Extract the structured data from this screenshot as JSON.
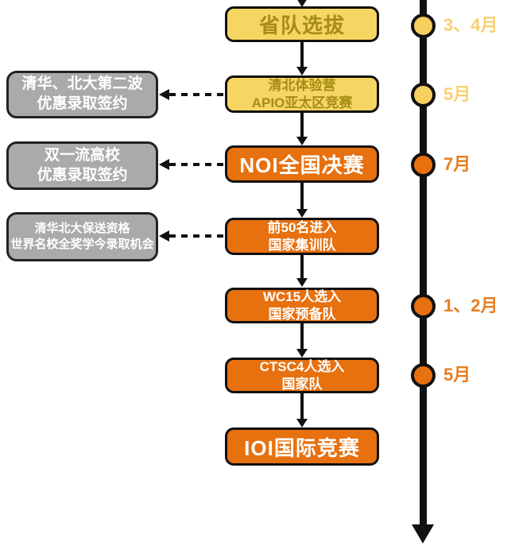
{
  "colors": {
    "stage_yellow_fill": "#F6D563",
    "stage_yellow_text": "#A68D15",
    "stage_orange_fill": "#E7700F",
    "side_gray_fill": "#AAAAAA",
    "outline_black": "#111111",
    "timeline_dot_yellow": "#F6CF5E",
    "timeline_dot_orange": "#E7700F",
    "timeline_label_yellow": "#F6D171",
    "timeline_label_orange": "#E87D1E",
    "white_text": "#FFFFFF"
  },
  "flow": {
    "stages": [
      {
        "text1": "省队选拔"
      },
      {
        "text1": "清北体验营",
        "text2": "APIO亚太区竞赛"
      },
      {
        "text1": "NOI全国决赛"
      },
      {
        "text1": "前50名进入",
        "text2": "国家集训队"
      },
      {
        "text1": "WC15人选入",
        "text2": "国家预备队"
      },
      {
        "text1": "CTSC4人选入",
        "text2": "国家队"
      },
      {
        "text1": "IOI国际竞赛"
      }
    ],
    "side_notes": [
      {
        "text1": "清华、北大第二波",
        "text2": "优惠录取签约"
      },
      {
        "text1": "双一流高校",
        "text2": "优惠录取签约"
      },
      {
        "text1": "清华北大保送资格",
        "text2": "世界名校全奖学今录取机会"
      }
    ],
    "timeline": {
      "milestones": [
        {
          "label": "3、4月",
          "phase": "yellow"
        },
        {
          "label": "5月",
          "phase": "yellow"
        },
        {
          "label": "7月",
          "phase": "orange"
        },
        {
          "label": "1、2月",
          "phase": "orange"
        },
        {
          "label": "5月",
          "phase": "orange"
        }
      ]
    }
  }
}
